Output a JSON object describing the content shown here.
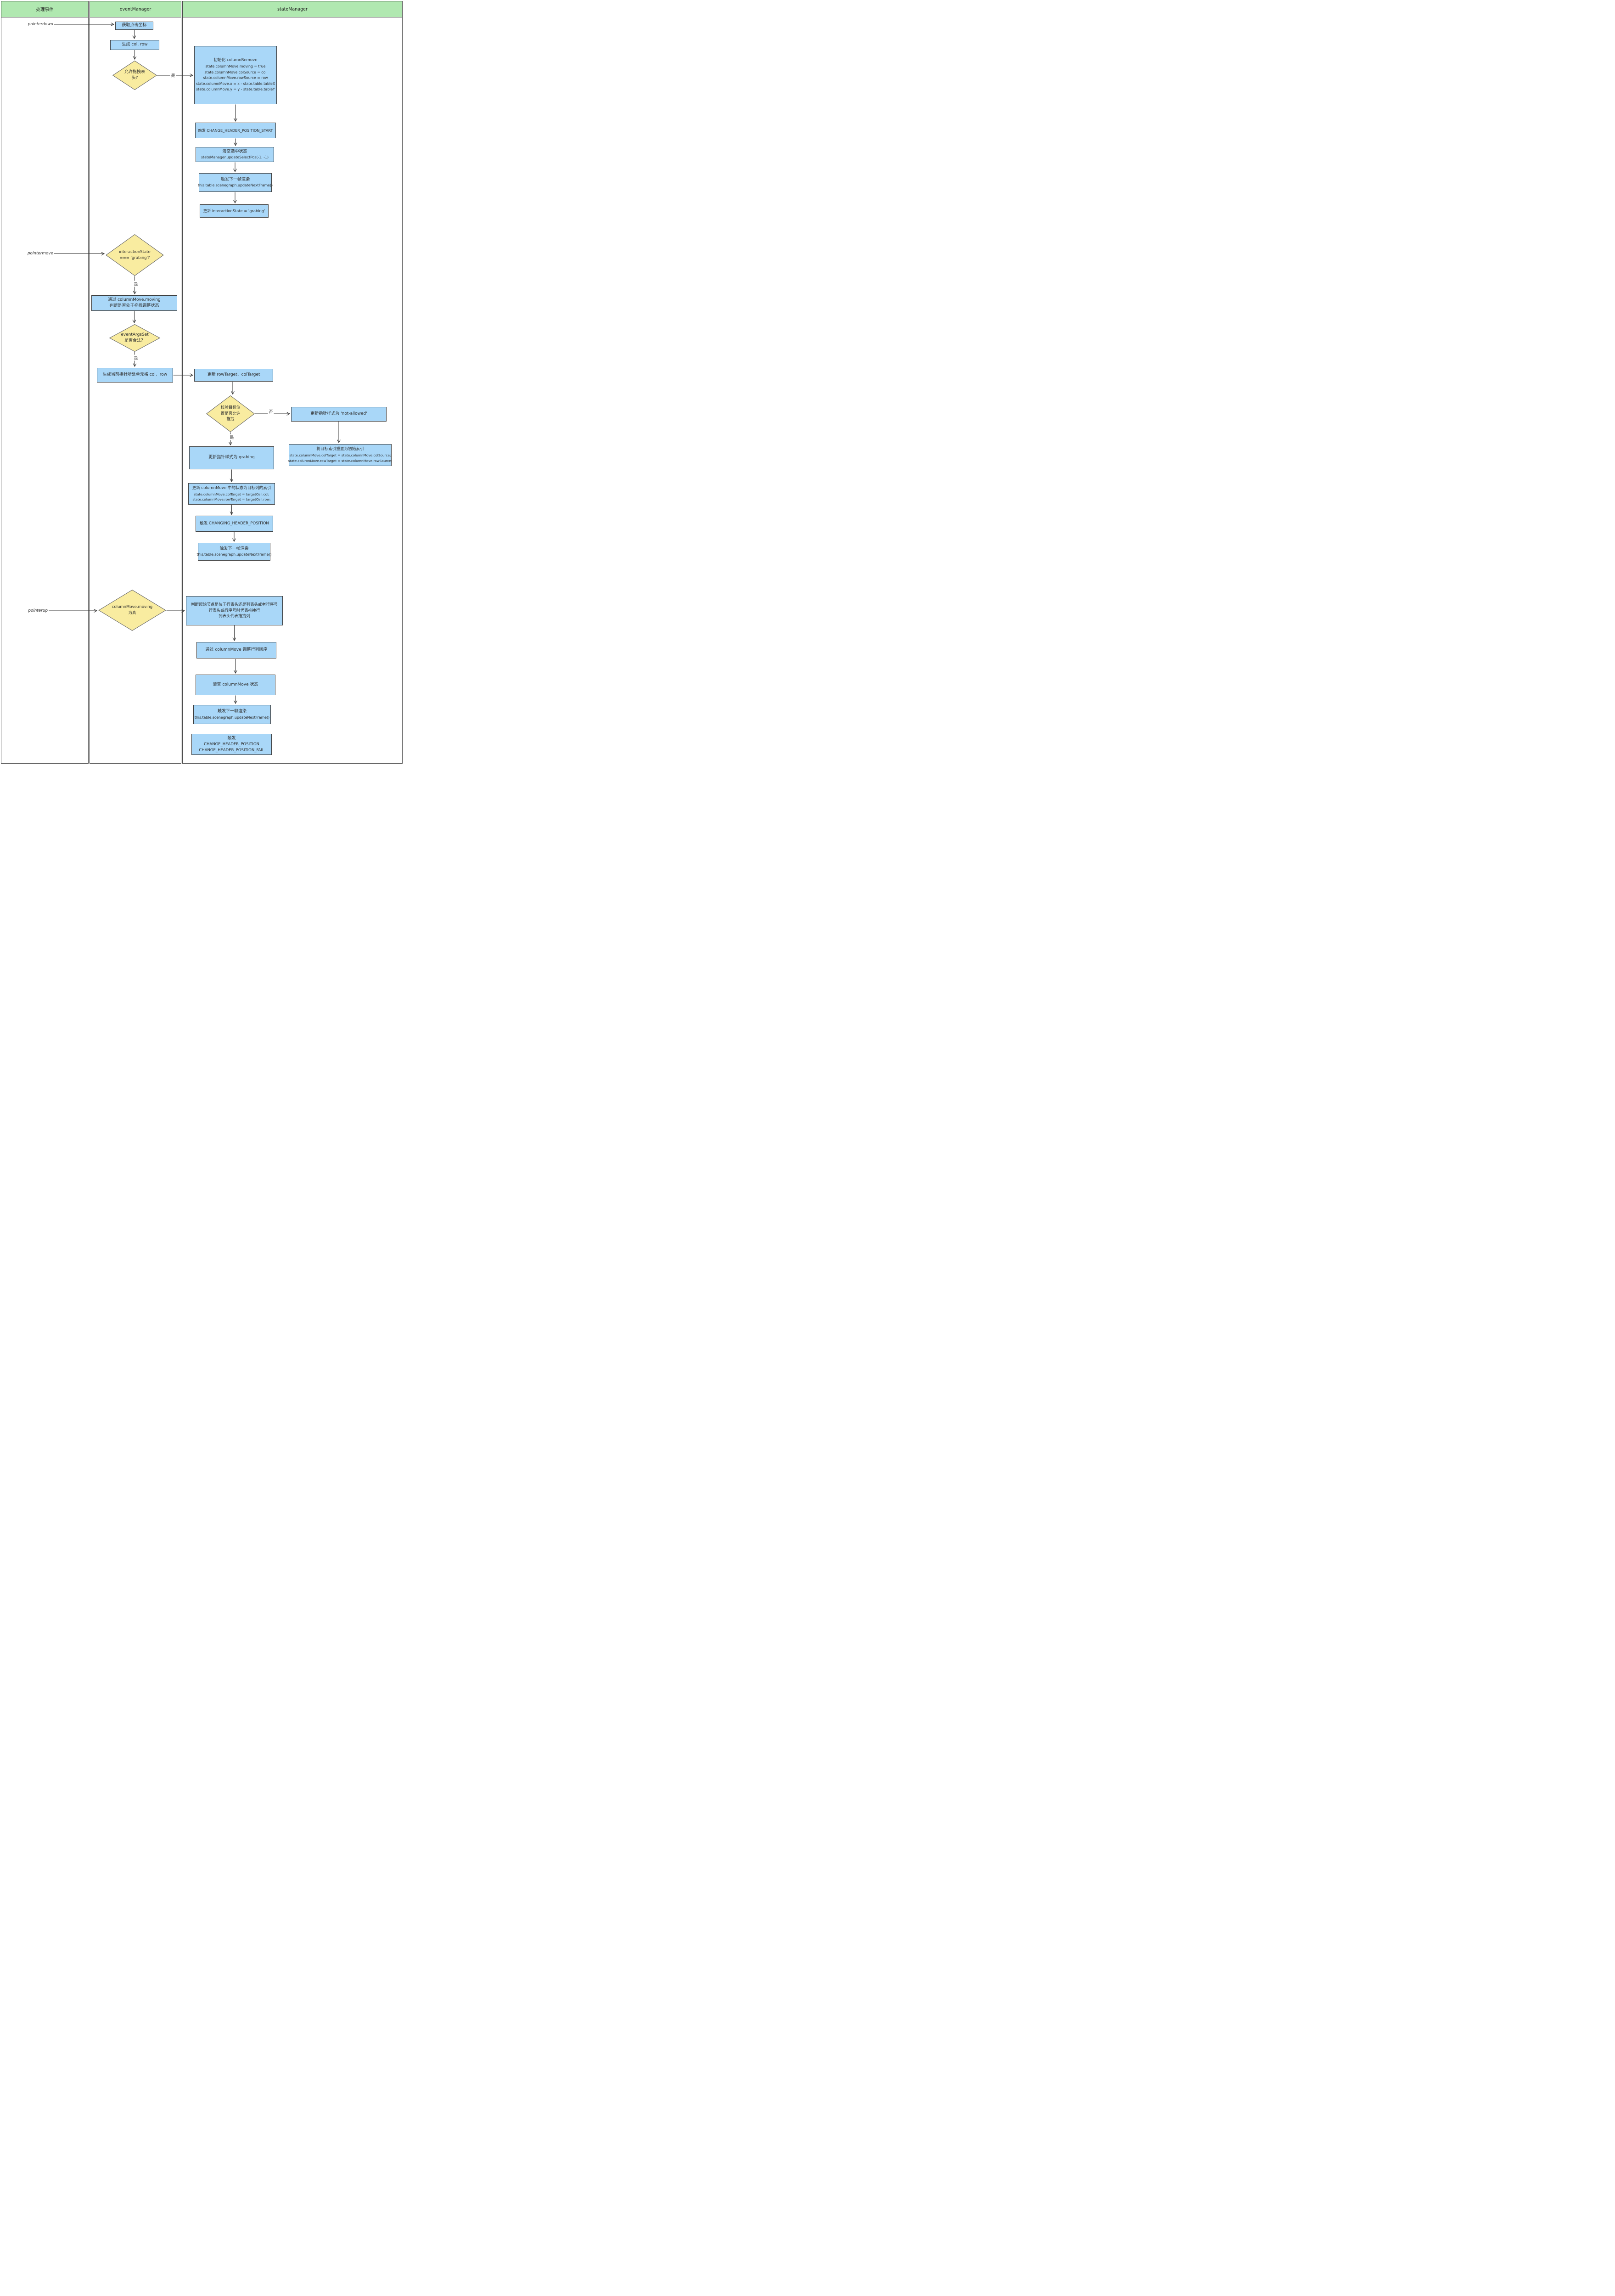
{
  "lanes": [
    {
      "title": "处理事件"
    },
    {
      "title": "eventManager"
    },
    {
      "title": "stateManager"
    }
  ],
  "events": {
    "pointerdown": "pointerdown",
    "pointermove": "pointermove",
    "pointerup": "pointerup"
  },
  "labels": {
    "yes": "是",
    "no": "否"
  },
  "colors": {
    "lane_header": "#b0e8b0",
    "process_fill": "#a9d7f8",
    "decision_fill": "#f9eca0",
    "line": "#3a3a3a"
  },
  "nodes": {
    "get_click_pos": {
      "lines": [
        "获取点击坐标"
      ]
    },
    "gen_col_row": {
      "lines": [
        "生成 col, row"
      ]
    },
    "allow_drag_header": {
      "lines": [
        "允许拖拽表",
        "头?"
      ]
    },
    "init_column_move": {
      "lines": [
        "初始化 columnRemove",
        "state.columnMove.moving = true",
        "state.columnMove.colSource = col",
        "state.columnMove.rowSource = row",
        "state.columnMove.x = x - state.table.tableX",
        "state.columnMove.y = y - state.table.tableY"
      ]
    },
    "fire_change_header_position_start": {
      "lines": [
        "触发 CHANGE_HEADER_POSITION_START"
      ]
    },
    "clear_select_state": {
      "lines": [
        "清空选中状态",
        "stateManager.updateSelectPos(-1, -1)"
      ]
    },
    "update_next_frame_1": {
      "lines": [
        "触发下一帧渲染",
        "this.table.scenegraph.updateNextFrame()"
      ]
    },
    "update_interaction_state": {
      "lines": [
        "更新 interactionState = 'grabing'"
      ]
    },
    "is_grabing": {
      "lines": [
        "interactionState",
        "=== 'grabing'?"
      ]
    },
    "check_moving": {
      "lines": [
        "通过 columnMove.moving",
        "判断是否处于拖拽调整状态"
      ]
    },
    "event_args_valid": {
      "lines": [
        "eventArgsSet",
        "是否合法？"
      ]
    },
    "gen_pointer_cell": {
      "lines": [
        "生成当前指针所处单元格 col，row"
      ]
    },
    "update_row_col_target": {
      "lines": [
        "更新 rowTarget、colTarget"
      ]
    },
    "check_target_allow": {
      "lines": [
        "校验目标位",
        "置是否允许",
        "拖拽"
      ]
    },
    "cursor_not_allowed": {
      "lines": [
        "更新指针样式为 'not-allowed'"
      ]
    },
    "reset_target_index": {
      "lines": [
        "将目标索引重置为初始索引",
        "state.columnMove.colTarget = state.columnMove.colSource;",
        "state.columnMove.rowTarget = state.columnMove.rowSource;"
      ]
    },
    "cursor_grabing": {
      "lines": [
        "更新指针样式为 grabing"
      ]
    },
    "update_column_move_target": {
      "lines": [
        "更新 columnMove 中的状态为目标列的索引",
        "state.columnMove.colTarget = targetCell.col;",
        "state.columnMove.rowTarget = targetCell.row;"
      ]
    },
    "fire_changing_header_position": {
      "lines": [
        "触发 CHANGING_HEADER_POSITION"
      ]
    },
    "update_next_frame_2": {
      "lines": [
        "触发下一帧渲染",
        "this.table.scenegraph.updateNextFrame()"
      ]
    },
    "moving_is_true": {
      "lines": [
        "columnMove.moving",
        "为真"
      ]
    },
    "judge_start_node": {
      "lines": [
        "判断起始节点是位于行表头还是列表头或者行序号",
        "行表头或行序号时代表拖拽行",
        "列表头代表拖拽列"
      ]
    },
    "adjust_order": {
      "lines": [
        "通过 columnMove 调整行列顺序"
      ]
    },
    "clear_column_move": {
      "lines": [
        "清空 columnMove 状态"
      ]
    },
    "update_next_frame_3": {
      "lines": [
        "触发下一帧渲染",
        "this.table.scenegraph.updateNextFrame()"
      ]
    },
    "fire_change_header_position": {
      "lines": [
        "触发",
        "CHANGE_HEADER_POSITION",
        "CHANGE_HEADER_POSITION_FAIL"
      ]
    }
  }
}
